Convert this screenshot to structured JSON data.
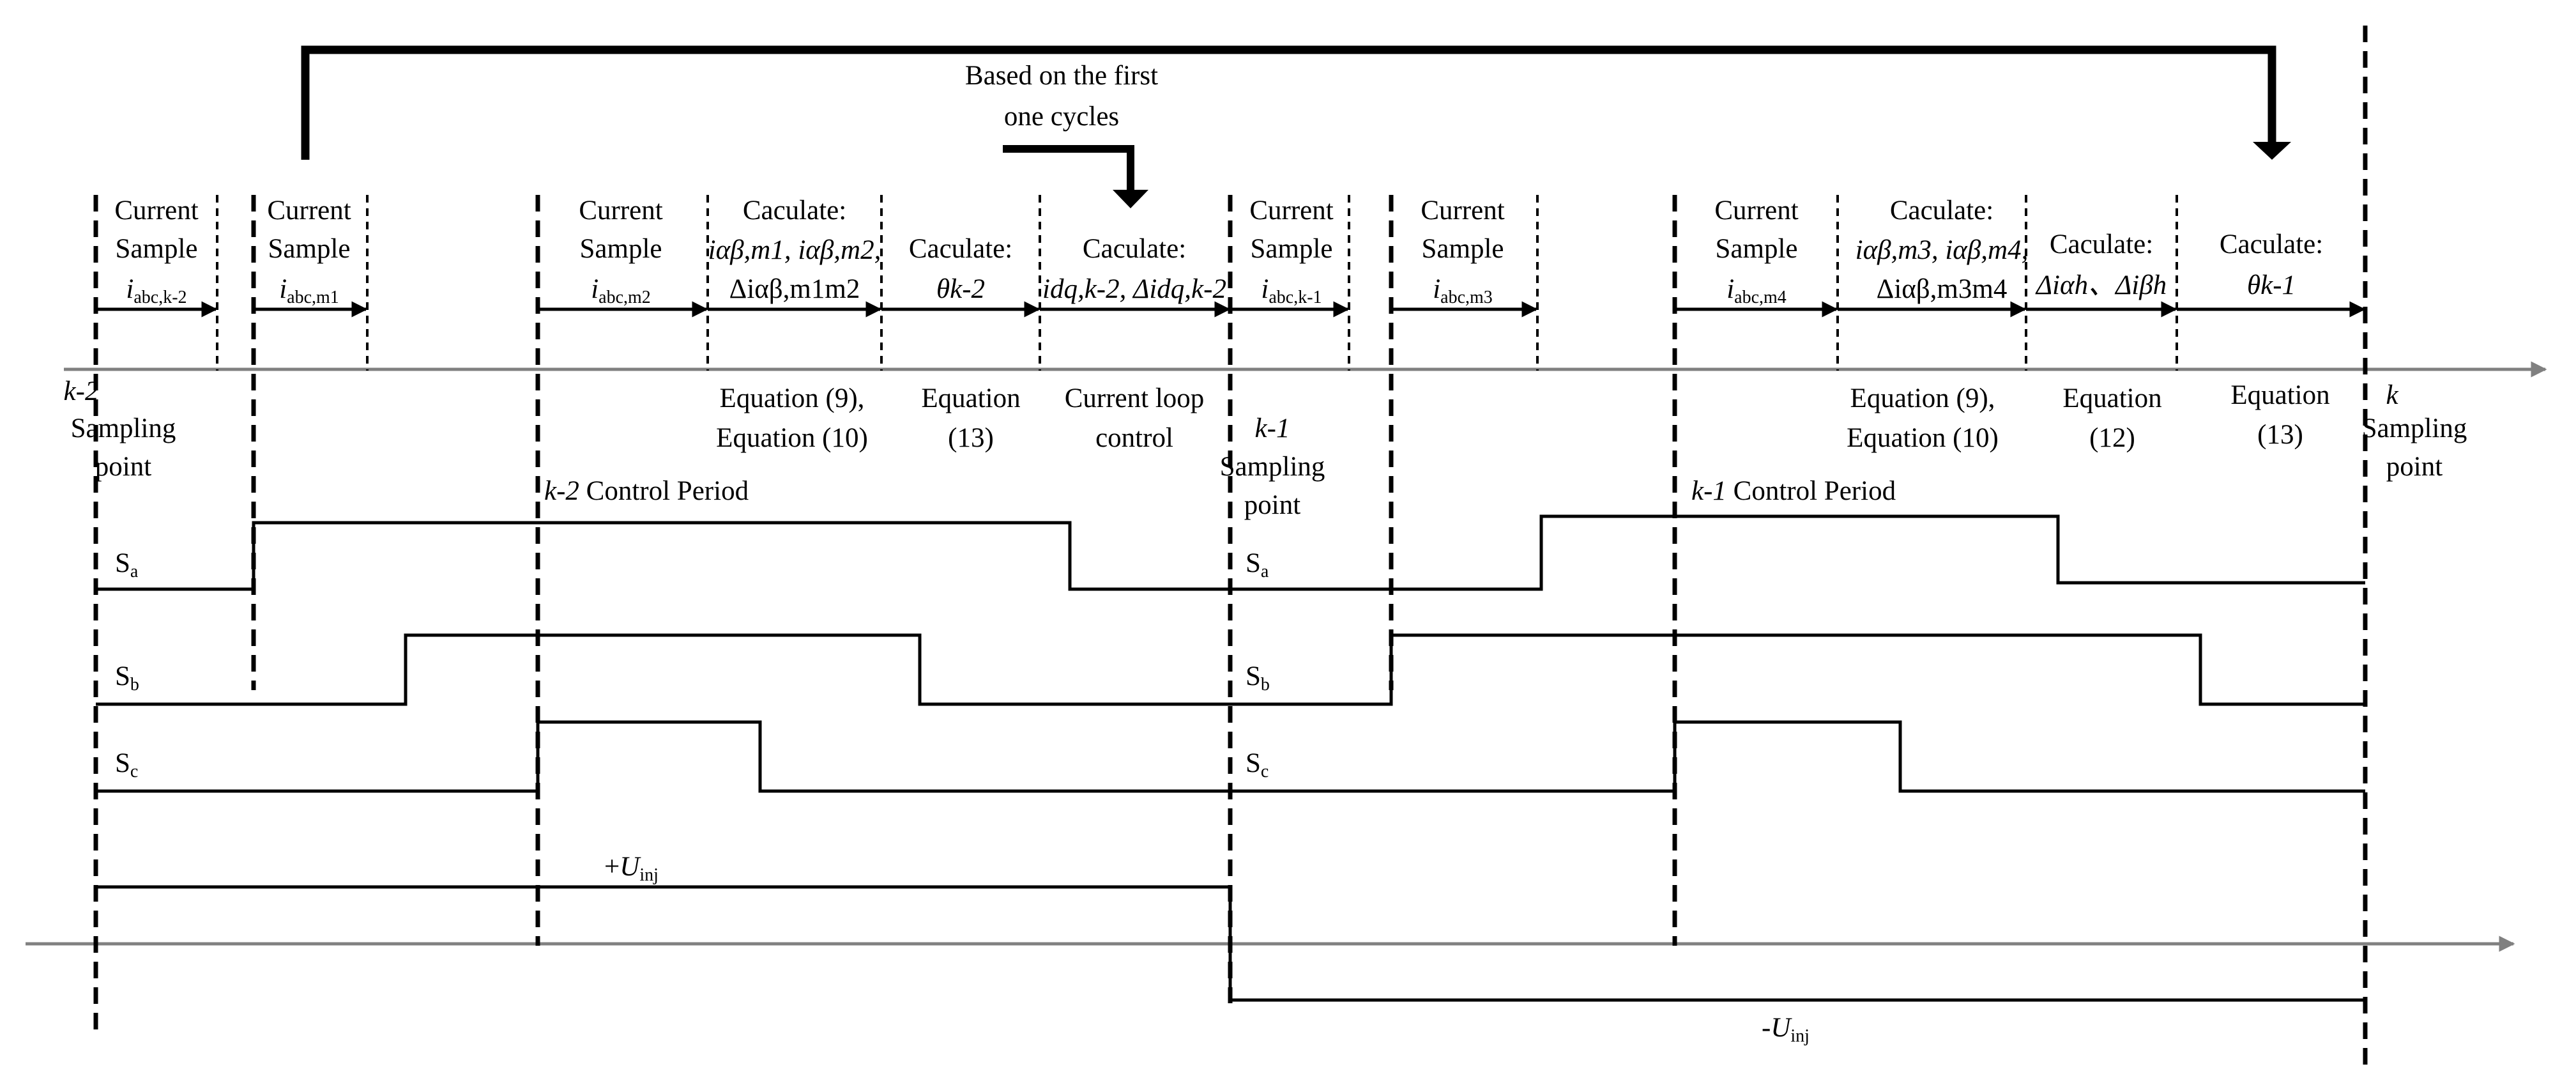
{
  "feedback_note": [
    "Based on the first",
    "one cycles"
  ],
  "sample_blocks": [
    {
      "title": [
        "Current",
        "Sample"
      ],
      "var": "i",
      "sub": "abc,k-2"
    },
    {
      "title": [
        "Current",
        "Sample"
      ],
      "var": "i",
      "sub": "abc,m1"
    },
    {
      "title": [
        "Current",
        "Sample"
      ],
      "var": "i",
      "sub": "abc,m2"
    },
    {
      "title": [
        "Current",
        "Sample"
      ],
      "var": "i",
      "sub": "abc,k-1"
    },
    {
      "title": [
        "Current",
        "Sample"
      ],
      "var": "i",
      "sub": "abc,m3"
    },
    {
      "title": [
        "Current",
        "Sample"
      ],
      "var": "i",
      "sub": "abc,m4"
    }
  ],
  "calc_blocks": [
    {
      "title": "Caculate:",
      "line1": "iαβ,m1, iαβ,m2,",
      "line2": "Δiαβ,m1m2"
    },
    {
      "title": "Caculate:",
      "line1": "θk-2",
      "line2": ""
    },
    {
      "title": "Caculate:",
      "line1": "idq,k-2, Δidq,k-2",
      "line2": ""
    },
    {
      "title": "Caculate:",
      "line1": "iαβ,m3, iαβ,m4,",
      "line2": "Δiαβ,m3m4"
    },
    {
      "title": "Caculate:",
      "line1": "Δiαh、Δiβh",
      "line2": ""
    },
    {
      "title": "Caculate:",
      "line1": "θk-1",
      "line2": ""
    }
  ],
  "equation_labels": [
    [
      "Equation (9),",
      "Equation (10)"
    ],
    [
      "Equation",
      "(13)"
    ],
    [
      "Current loop",
      "control"
    ],
    [
      "Equation (9),",
      "Equation (10)"
    ],
    [
      "Equation",
      "(12)"
    ],
    [
      "Equation",
      "(13)"
    ]
  ],
  "sampling_points": [
    {
      "k": "k-2",
      "lines": [
        "Sampling",
        "point"
      ]
    },
    {
      "k": "k-1",
      "lines": [
        "Sampling",
        "point"
      ]
    },
    {
      "k": "k",
      "lines": [
        "Sampling",
        "point"
      ]
    }
  ],
  "control_periods": [
    {
      "k": "k-2",
      "text": " Control Period"
    },
    {
      "k": "k-1",
      "text": " Control Period"
    }
  ],
  "switch_signals": [
    {
      "base": "S",
      "sub": "a"
    },
    {
      "base": "S",
      "sub": "b"
    },
    {
      "base": "S",
      "sub": "c"
    },
    {
      "base": "S",
      "sub": "a"
    },
    {
      "base": "S",
      "sub": "b"
    },
    {
      "base": "S",
      "sub": "c"
    }
  ],
  "injection_voltage": {
    "positive": {
      "prefix": "+",
      "base": "U",
      "sub": "inj"
    },
    "negative": {
      "prefix": "-",
      "base": "U",
      "sub": "inj"
    }
  }
}
